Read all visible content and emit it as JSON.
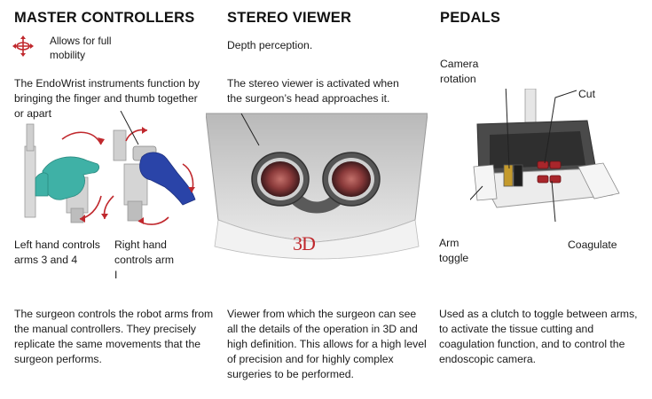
{
  "columns": {
    "master": {
      "title": "MASTER CONTROLLERS",
      "mobility_note": "Allows for full mobility",
      "intro": "The EndoWrist instruments function by bringing the finger and thumb together or apart",
      "left_hand": "Left hand controls arms 3 and 4",
      "right_hand": "Right hand controls arm I",
      "description": "The surgeon controls the robot arms from the manual controllers. They precisely replicate the same movements that the surgeon performs."
    },
    "stereo": {
      "title": "STEREO VIEWER",
      "tagline": "Depth perception.",
      "intro": "The stereo viewer is activated when the surgeon’s head approaches it.",
      "badge_3d": "3D",
      "description": "Viewer from which the surgeon can see all the details of the operation in 3D and high definition. This allows for a high level of precision and for highly complex surgeries to be performed."
    },
    "pedals": {
      "title": "PEDALS",
      "camera_rotation": "Camera rotation",
      "cut": "Cut",
      "arm_toggle": "Arm toggle",
      "coagulate": "Coagulate",
      "description": "Used as a clutch to toggle between arms, to activate the tissue cutting and coagulation function, and to control the endoscopic camera."
    }
  },
  "colors": {
    "accent_red": "#c0282d",
    "glove_left": "#3fb1a6",
    "glove_right": "#2a44a8",
    "text": "#1a1a1a"
  },
  "icons": {
    "mobility": "four-arrow-move-icon"
  }
}
